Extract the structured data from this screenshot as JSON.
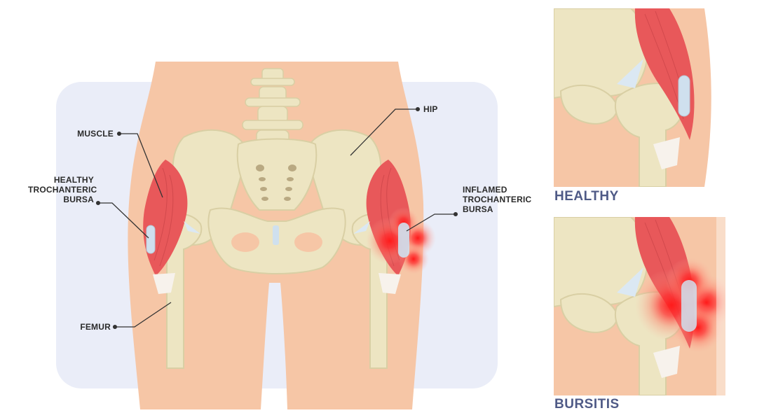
{
  "labels": {
    "muscle": "MUSCLE",
    "healthy_bursa": [
      "HEALTHY",
      "TROCHANTERIC",
      "BURSA"
    ],
    "femur": "FEMUR",
    "hip": "HIP",
    "inflamed_bursa": [
      "INFLAMED",
      "TROCHANTERIC",
      "BURSA"
    ]
  },
  "panels": {
    "healthy_title": "HEALTHY",
    "bursitis_title": "BURSITIS"
  },
  "colors": {
    "background_panel": "#eaedf8",
    "skin": "#f6c6a6",
    "bone": "#ede5c2",
    "bone_shadow": "#d9cfa4",
    "muscle": "#e8585a",
    "bursa": "#cfe0ee",
    "inflammation": "#ff2a2a",
    "title_text": "#4f5a86"
  }
}
